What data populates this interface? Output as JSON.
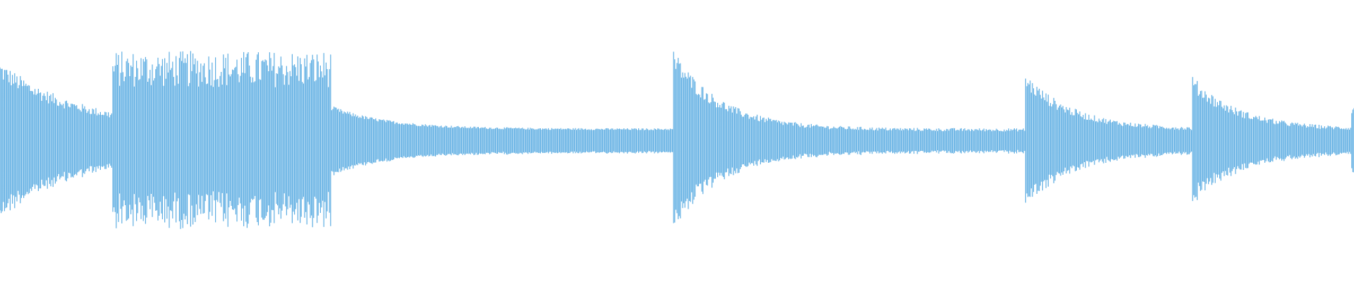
{
  "waveform": {
    "color": "#5dade2",
    "background": "#ffffff",
    "baseline_amplitude": 0.09,
    "segments": [
      {
        "start": 0.0,
        "end": 0.083,
        "kind": "transient",
        "peak": 0.57,
        "decay": 0.06
      },
      {
        "start": 0.083,
        "end": 0.245,
        "kind": "dense",
        "peak": 0.64,
        "floor": 0.38
      },
      {
        "start": 0.245,
        "end": 0.497,
        "kind": "tail",
        "start_amp": 0.25,
        "end_amp": 0.09
      },
      {
        "start": 0.497,
        "end": 0.757,
        "kind": "transient",
        "peak": 0.66,
        "decay": 0.035
      },
      {
        "start": 0.757,
        "end": 0.88,
        "kind": "transient",
        "peak": 0.49,
        "decay": 0.035
      },
      {
        "start": 0.88,
        "end": 0.998,
        "kind": "transient",
        "peak": 0.47,
        "decay": 0.035
      },
      {
        "start": 0.998,
        "end": 1.0,
        "kind": "transient",
        "peak": 0.26,
        "decay": 0.02
      }
    ]
  }
}
